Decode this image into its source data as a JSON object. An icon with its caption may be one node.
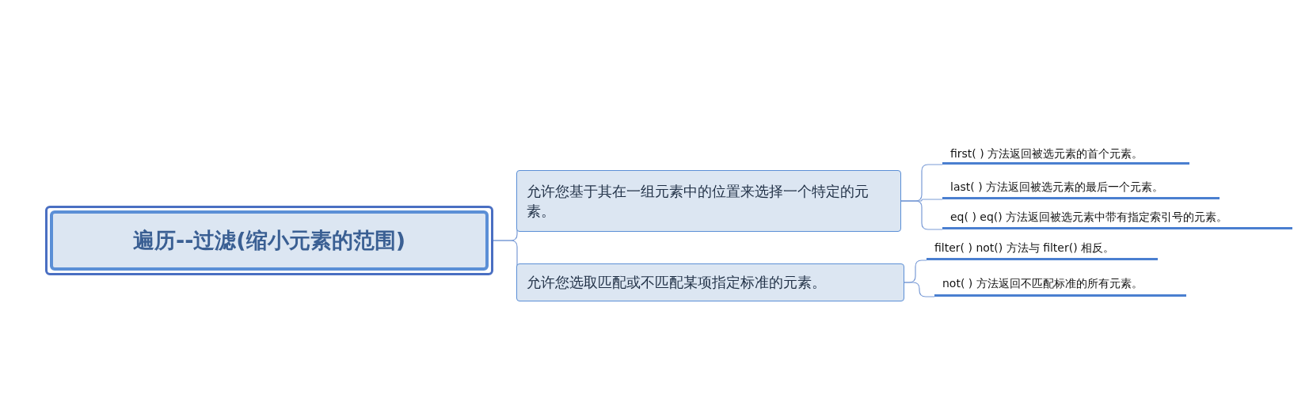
{
  "diagram": {
    "nodes": [
      {
        "text": [
          "遍历--过滤(缩小元素的范围)"
        ]
      },
      {
        "text": [
          "允许您基于其在一组元素中的位置来选择一个特定的元素。"
        ]
      },
      {
        "text": [
          "允许您选取匹配或不匹配某项指定标准的元素。"
        ]
      },
      {
        "text": [
          "first( ) 方法返回被选元素的首个元素。"
        ]
      },
      {
        "text": [
          "last( )  方法返回被选元素的最后一个元素。"
        ]
      },
      {
        "text": [
          "eq( ) eq() 方法返回被选元素中带有指定索引号的元素。"
        ]
      },
      {
        "text": [
          "filter( )  not() 方法与 filter() 相反。"
        ]
      },
      {
        "text": [
          "not( ) 方法返回不匹配标准的所有元素。"
        ]
      }
    ],
    "edges": [
      {
        "from": 0,
        "to": 1,
        "arrow": "none"
      },
      {
        "from": 0,
        "to": 2,
        "arrow": "none"
      },
      {
        "from": 1,
        "to": 3,
        "arrow": "none"
      },
      {
        "from": 1,
        "to": 4,
        "arrow": "none"
      },
      {
        "from": 1,
        "to": 5,
        "arrow": "none"
      },
      {
        "from": 2,
        "to": 6,
        "arrow": "none"
      },
      {
        "from": 2,
        "to": 7,
        "arrow": "none"
      }
    ]
  }
}
